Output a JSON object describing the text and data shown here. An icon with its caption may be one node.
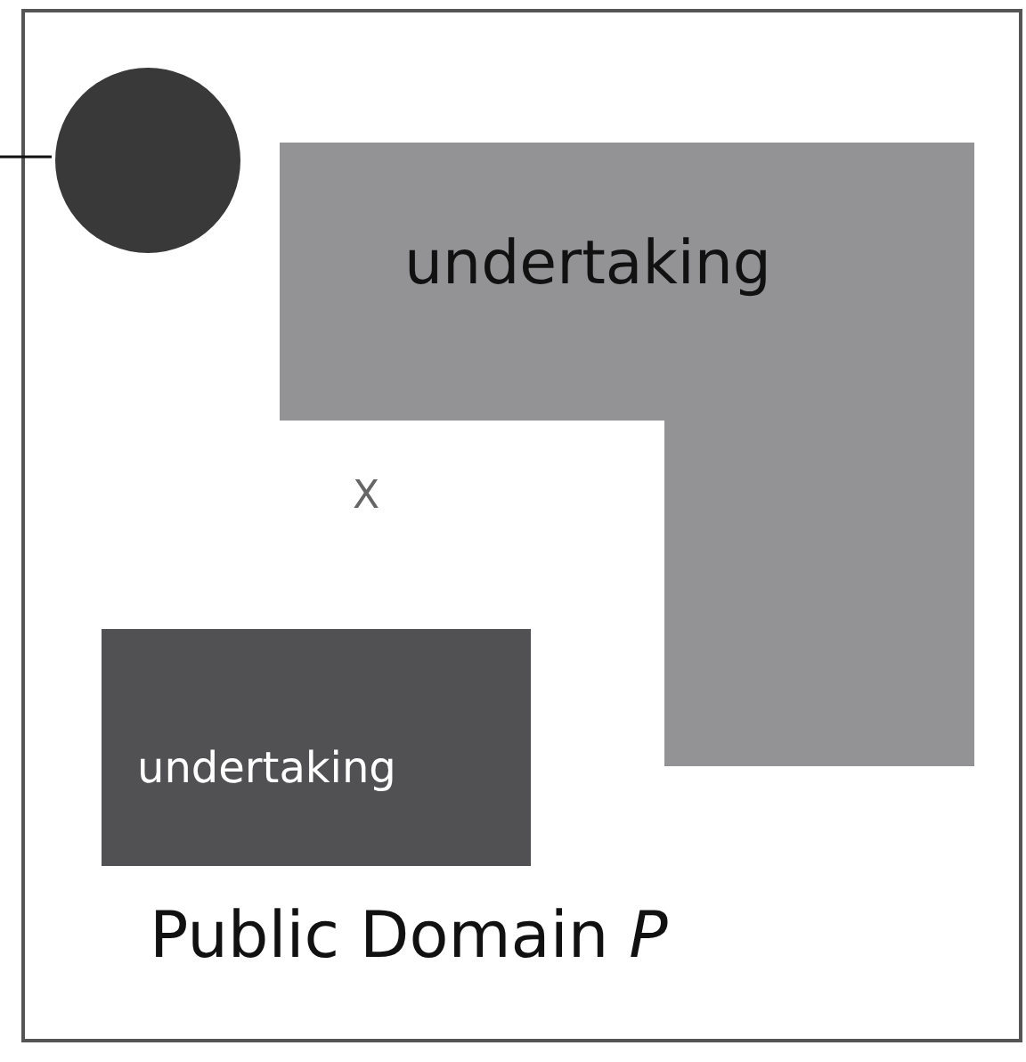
{
  "diagram": {
    "nodes": [
      {
        "text": [
          "Public Domain *P*"
        ]
      },
      {
        "text": [],
        "shape": "circle",
        "in": 0
      },
      {
        "text": [
          "undertaking"
        ],
        "in": 0
      },
      {
        "text": [
          "undertaking"
        ],
        "in": 0
      }
    ],
    "edges": [
      {
        "from": null,
        "to": 1,
        "arrow": "none"
      }
    ],
    "labels": [
      "X"
    ]
  }
}
